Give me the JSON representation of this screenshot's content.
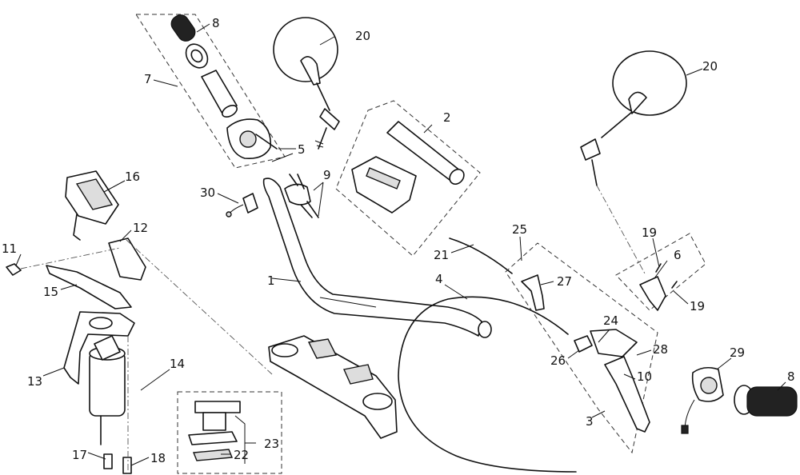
{
  "diagram": {
    "callouts": [
      "1",
      "2",
      "3",
      "4",
      "5",
      "6",
      "7",
      "8",
      "8",
      "9",
      "10",
      "11",
      "12",
      "13",
      "14",
      "15",
      "16",
      "17",
      "18",
      "19",
      "19",
      "20",
      "20",
      "21",
      "22",
      "23",
      "24",
      "25",
      "26",
      "27",
      "28",
      "29",
      "30"
    ]
  }
}
